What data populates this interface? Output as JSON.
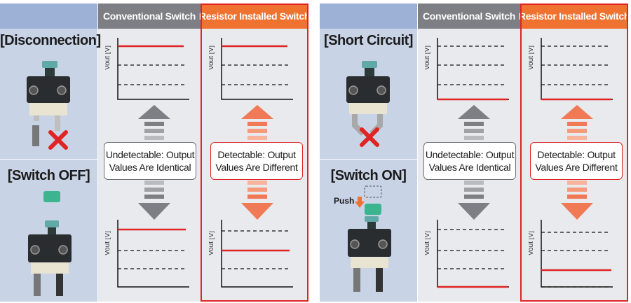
{
  "column_headers": {
    "conventional": "Conventional Switch",
    "resistor": "Resistor Installed Switch"
  },
  "axis_label": "Vout [V]",
  "colors": {
    "header_gray": "#7d7f84",
    "header_orange": "#f07230",
    "signal_red": "#e02424",
    "arrow_gray": "#7d7f84",
    "arrow_orange": "#f07a55",
    "arrow_orange_light": "#f8b49c",
    "left_column": "#c9d3e6"
  },
  "panels": [
    {
      "top_label": "[Disconnection]",
      "bottom_label": "[Switch OFF]",
      "conventional_callout": [
        "Undetectable: Output",
        "Values Are Identical"
      ],
      "resistor_callout": [
        "Detectable: Output",
        "Values Are Different"
      ],
      "top_icon": "red-x-icon",
      "bottom_icon": "green-button-icon",
      "push_label": ""
    },
    {
      "top_label": "[Short Circuit]",
      "bottom_label": "[Switch ON]",
      "conventional_callout": [
        "Undetectable: Output",
        "Values Are Identical"
      ],
      "resistor_callout": [
        "Detectable: Output",
        "Values Are Different"
      ],
      "top_icon": "red-x-icon",
      "bottom_icon": "green-button-icon",
      "push_label": "Push"
    }
  ],
  "graph_levels": {
    "description_levels": [
      "high",
      "upper-mid",
      "lower-mid",
      "low"
    ],
    "panel1": {
      "conventional_top": "high",
      "resistor_top": "high",
      "conventional_bottom": "high",
      "resistor_bottom": "upper-mid"
    },
    "panel2": {
      "conventional_top": "low",
      "resistor_top": "low",
      "conventional_bottom": "low",
      "resistor_bottom": "lower-mid"
    }
  }
}
